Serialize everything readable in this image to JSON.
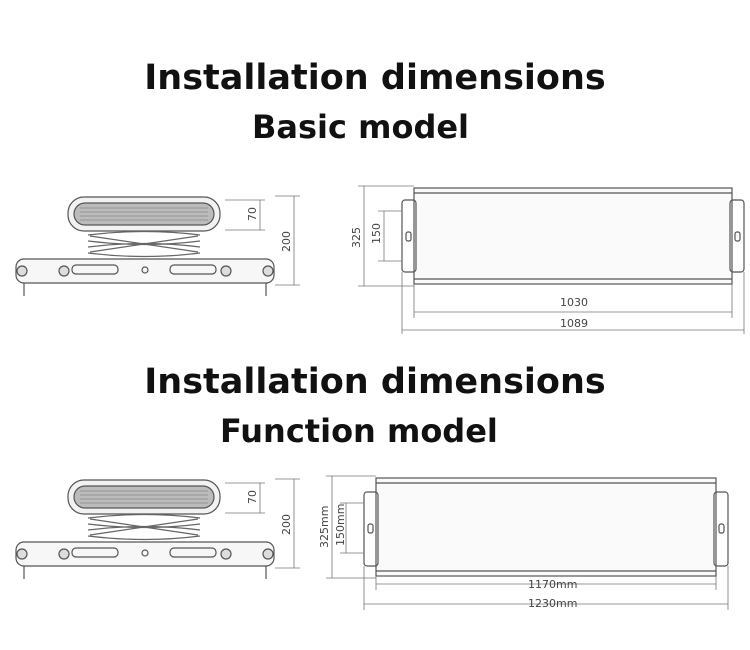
{
  "basic": {
    "title": "Installation dimensions",
    "subtitle": "Basic model",
    "side": {
      "height_total": "200",
      "height_head": "70"
    },
    "top": {
      "width_outer": "325",
      "width_inner": "150",
      "length_inner": "1030",
      "length_outer": "1089"
    }
  },
  "function": {
    "title": "Installation dimensions",
    "subtitle": "Function model",
    "side": {
      "height_total": "200",
      "height_head": "70"
    },
    "top": {
      "width_outer": "325mm",
      "width_inner": "150mm",
      "length_inner": "1170mm",
      "length_outer": "1230mm"
    }
  },
  "colors": {
    "line": "#555555",
    "dim_line": "#777777",
    "text": "#111111"
  }
}
